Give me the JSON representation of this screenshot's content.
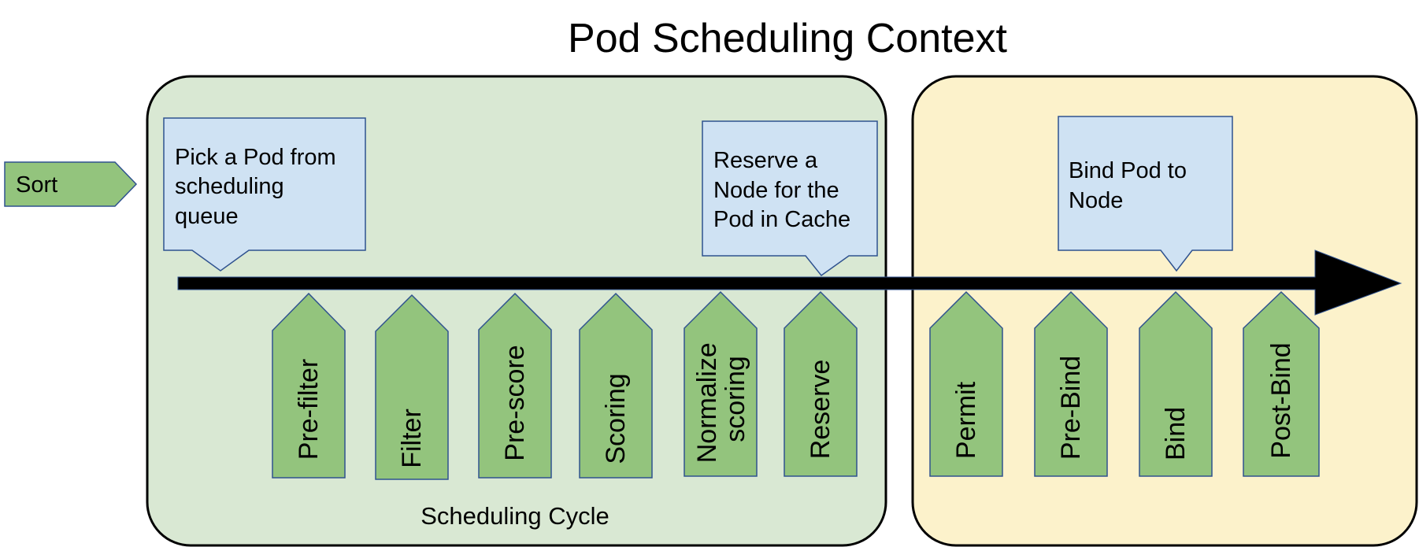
{
  "title": "Pod Scheduling Context",
  "sort_label": "Sort",
  "scheduling_cycle": {
    "caption": "Scheduling Cycle",
    "stages": [
      "Pre-filter",
      "Filter",
      "Pre-score",
      "Scoring",
      "Normalize scoring",
      "Reserve"
    ]
  },
  "binding_cycle": {
    "stages": [
      "Permit",
      "Pre-Bind",
      "Bind",
      "Post-Bind"
    ]
  },
  "callouts": {
    "pick": [
      "Pick a Pod from",
      "scheduling",
      "queue"
    ],
    "reserve": [
      "Reserve a",
      "Node for the",
      "Pod in Cache"
    ],
    "bind": [
      "Bind Pod to",
      "Node"
    ]
  },
  "colors": {
    "scheduling_bg": "#d9e8d3",
    "binding_bg": "#fcf2cb",
    "stage_fill": "#93c47d",
    "stage_stroke": "#2f528f",
    "callout_fill": "#cfe2f3",
    "arrow": "#000000"
  }
}
